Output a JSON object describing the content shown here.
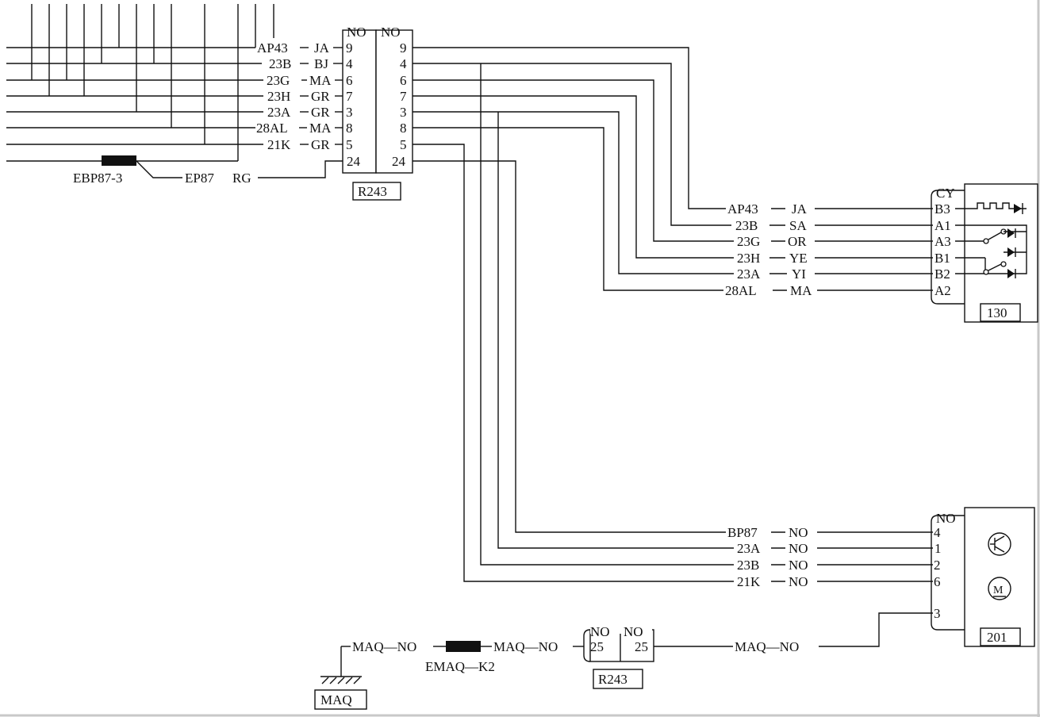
{
  "connector_r243": {
    "label": "R243",
    "top_left": "NO",
    "top_right": "NO",
    "left_pins": [
      "9",
      "4",
      "6",
      "7",
      "3",
      "8",
      "5",
      "24"
    ],
    "right_pins": [
      "9",
      "4",
      "6",
      "7",
      "3",
      "8",
      "5",
      "24"
    ]
  },
  "left_wires": [
    {
      "code": "AP43",
      "color": "JA",
      "pin": "9"
    },
    {
      "code": "23B",
      "color": "BJ",
      "pin": "4"
    },
    {
      "code": "23G",
      "color": "MA",
      "pin": "6"
    },
    {
      "code": "23H",
      "color": "GR",
      "pin": "7"
    },
    {
      "code": "23A",
      "color": "GR",
      "pin": "3"
    },
    {
      "code": "28AL",
      "color": "MA",
      "pin": "8"
    },
    {
      "code": "21K",
      "color": "GR",
      "pin": "5"
    }
  ],
  "ground_wire": {
    "splice": "EBP87-3",
    "code": "EP87",
    "color": "RG"
  },
  "component_130": {
    "label": "130",
    "header": "CY",
    "pins": [
      {
        "wire": "AP43",
        "color": "JA",
        "pin": "B3"
      },
      {
        "wire": "23B",
        "color": "SA",
        "pin": "A1"
      },
      {
        "wire": "23G",
        "color": "OR",
        "pin": "A3"
      },
      {
        "wire": "23H",
        "color": "YE",
        "pin": "B1"
      },
      {
        "wire": "23A",
        "color": "YI",
        "pin": "B2"
      },
      {
        "wire": "28AL",
        "color": "MA",
        "pin": "A2"
      }
    ]
  },
  "component_201": {
    "label": "201",
    "header": "NO",
    "pins": [
      {
        "wire": "BP87",
        "color": "NO",
        "pin": "4"
      },
      {
        "wire": "23A",
        "color": "NO",
        "pin": "1"
      },
      {
        "wire": "23B",
        "color": "NO",
        "pin": "2"
      },
      {
        "wire": "21K",
        "color": "NO",
        "pin": "6"
      }
    ],
    "pin3": "3"
  },
  "maq_circuit": {
    "ground_label": "MAQ",
    "wire_left": "MAQ—NO",
    "splice": "EMAQ—K2",
    "wire_mid": "MAQ—NO",
    "connector_label": "R243",
    "connector_top_left": "NO",
    "connector_top_right": "NO",
    "connector_pin_left": "25",
    "connector_pin_right": "25",
    "wire_right": "MAQ—NO"
  },
  "bottom_connector": {
    "label": "R243"
  },
  "pin3_wire": "3"
}
